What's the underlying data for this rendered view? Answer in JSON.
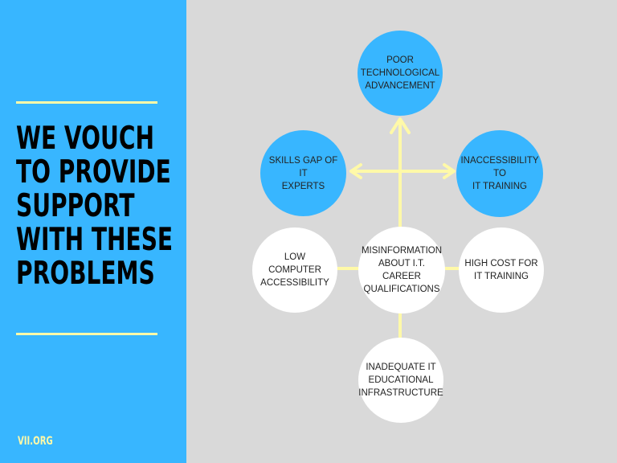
{
  "headline": {
    "lines": [
      "WE VOUCH",
      "TO PROVIDE",
      "SUPPORT",
      "WITH THESE",
      "PROBLEMS"
    ]
  },
  "footer": {
    "site": "VII.ORG"
  },
  "colors": {
    "panel": "#38b6ff",
    "background": "#d9d9d9",
    "accent_yellow": "#fff9a8",
    "node_blue": "#38b6ff",
    "node_white": "#ffffff"
  },
  "nodes": {
    "poor_tech": "POOR\nTECHNOLOGICAL\nADVANCEMENT",
    "skills_gap": "SKILLS GAP OF IT\nEXPERTS",
    "inaccessibility": "INACCESSIBILITY\nTO\nIT TRAINING",
    "low_computer": "LOW\nCOMPUTER\nACCESSIBILITY",
    "misinformation": "MISINFORMATION\nABOUT I.T. CAREER\nQUALIFICATIONS",
    "high_cost": "HIGH COST FOR\nIT TRAINING",
    "inadequate": "INADEQUATE IT\nEDUCATIONAL\nINFRASTRUCTURE"
  }
}
